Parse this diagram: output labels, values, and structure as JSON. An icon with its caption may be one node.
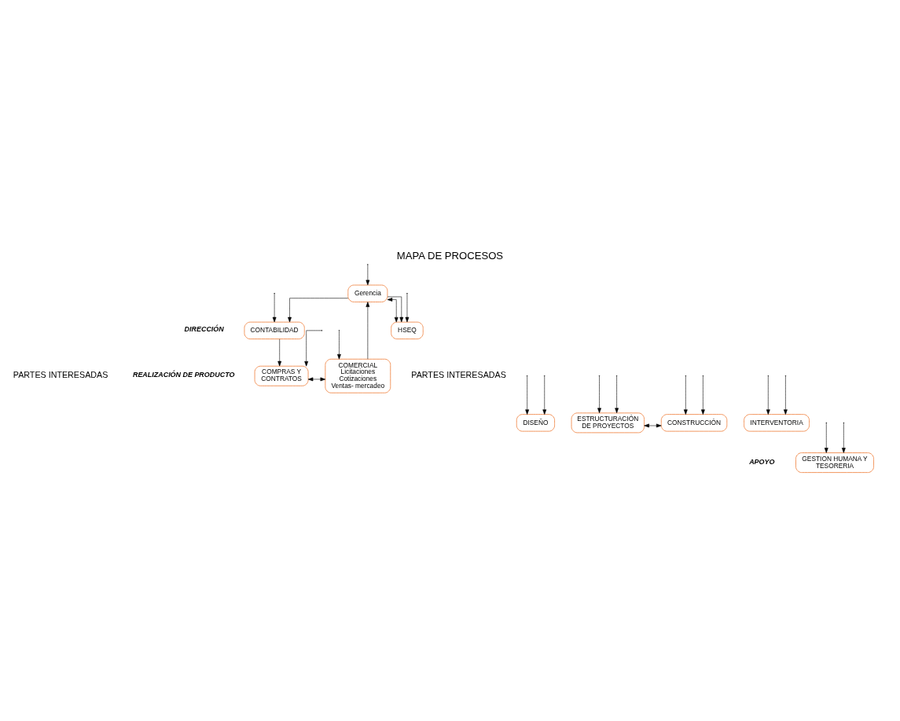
{
  "diagram": {
    "title": "MAPA DE PROCESOS",
    "nodes": [
      {
        "text": [
          "Gerencia"
        ]
      },
      {
        "text": [
          "CONTABILIDAD"
        ]
      },
      {
        "text": [
          "HSEQ"
        ]
      },
      {
        "text": [
          "COMPRAS Y CONTRATOS"
        ]
      },
      {
        "text": [
          "COMERCIAL",
          "Licitaciones",
          "Cotizaciones",
          "Ventas- mercadeo"
        ]
      },
      {
        "text": [
          "DISEÑO"
        ]
      },
      {
        "text": [
          "ESTRUCTURACIÓN DE PROYECTOS"
        ]
      },
      {
        "text": [
          "CONSTRUCCIÓN"
        ]
      },
      {
        "text": [
          "INTERVENTORIA"
        ]
      },
      {
        "text": [
          "GESTION HUMANA Y TESORERIA"
        ]
      }
    ],
    "edges": [
      {
        "from": null,
        "to": 0,
        "arrow": "to"
      },
      {
        "from": null,
        "to": 1,
        "arrow": "to"
      },
      {
        "from": null,
        "to": 9,
        "arrow": "to"
      },
      {
        "from": 0,
        "to": 1,
        "arrow": "to"
      },
      {
        "from": 0,
        "to": 2,
        "arrow": "to"
      },
      {
        "from": 2,
        "to": 0,
        "arrow": "both"
      },
      {
        "from": 4,
        "to": 0,
        "arrow": "to"
      },
      {
        "from": 1,
        "to": 3,
        "arrow": "to"
      },
      {
        "from": 3,
        "to": 4,
        "arrow": "both"
      },
      {
        "from": null,
        "to": 3,
        "arrow": "to"
      },
      {
        "from": null,
        "to": 4,
        "arrow": "to"
      },
      {
        "from": null,
        "to": 5,
        "arrow": "to"
      },
      {
        "from": null,
        "to": 6,
        "arrow": "to"
      },
      {
        "from": null,
        "to": 7,
        "arrow": "to"
      },
      {
        "from": null,
        "to": 8,
        "arrow": "to"
      },
      {
        "from": 6,
        "to": 7,
        "arrow": "both"
      },
      {
        "from": null,
        "to": 5,
        "arrow": "to"
      },
      {
        "from": null,
        "to": 6,
        "arrow": "to"
      },
      {
        "from": null,
        "to": 7,
        "arrow": "to"
      },
      {
        "from": null,
        "to": 8,
        "arrow": "to"
      },
      {
        "from": null,
        "to": 9,
        "arrow": "to"
      },
      {
        "from": null,
        "to": 2,
        "arrow": "to"
      }
    ],
    "labels": [
      "PARTES INTERESADAS",
      "PARTES INTERESADAS",
      "DIRECCIÓN",
      "REALIZACIÓN DE PRODUCTO",
      "APOYO"
    ]
  }
}
